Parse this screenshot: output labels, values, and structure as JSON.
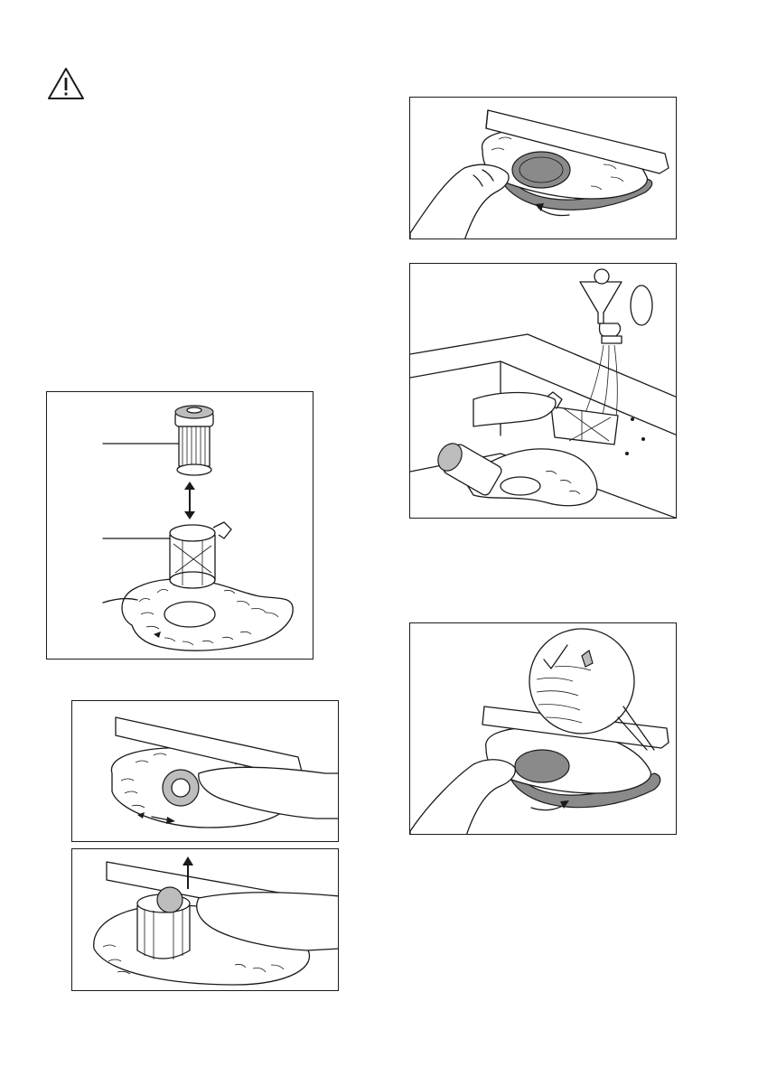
{
  "page": {
    "background": "#ffffff",
    "line_color": "#1a1a1a",
    "fill_grey": "#8a8a8a"
  },
  "icons": {
    "warning": "warning-triangle-icon",
    "check": "check-mark-icon",
    "arrow": "arrow-icon"
  },
  "figures": [
    {
      "id": "filter-assembly-exploded",
      "callouts": 3
    },
    {
      "id": "turn-filter-counterclockwise"
    },
    {
      "id": "lift-filter-out"
    },
    {
      "id": "remove-flat-filter"
    },
    {
      "id": "rinse-filters-under-water"
    },
    {
      "id": "refit-and-turn-clockwise",
      "detail": "check-mark-zoom"
    }
  ]
}
